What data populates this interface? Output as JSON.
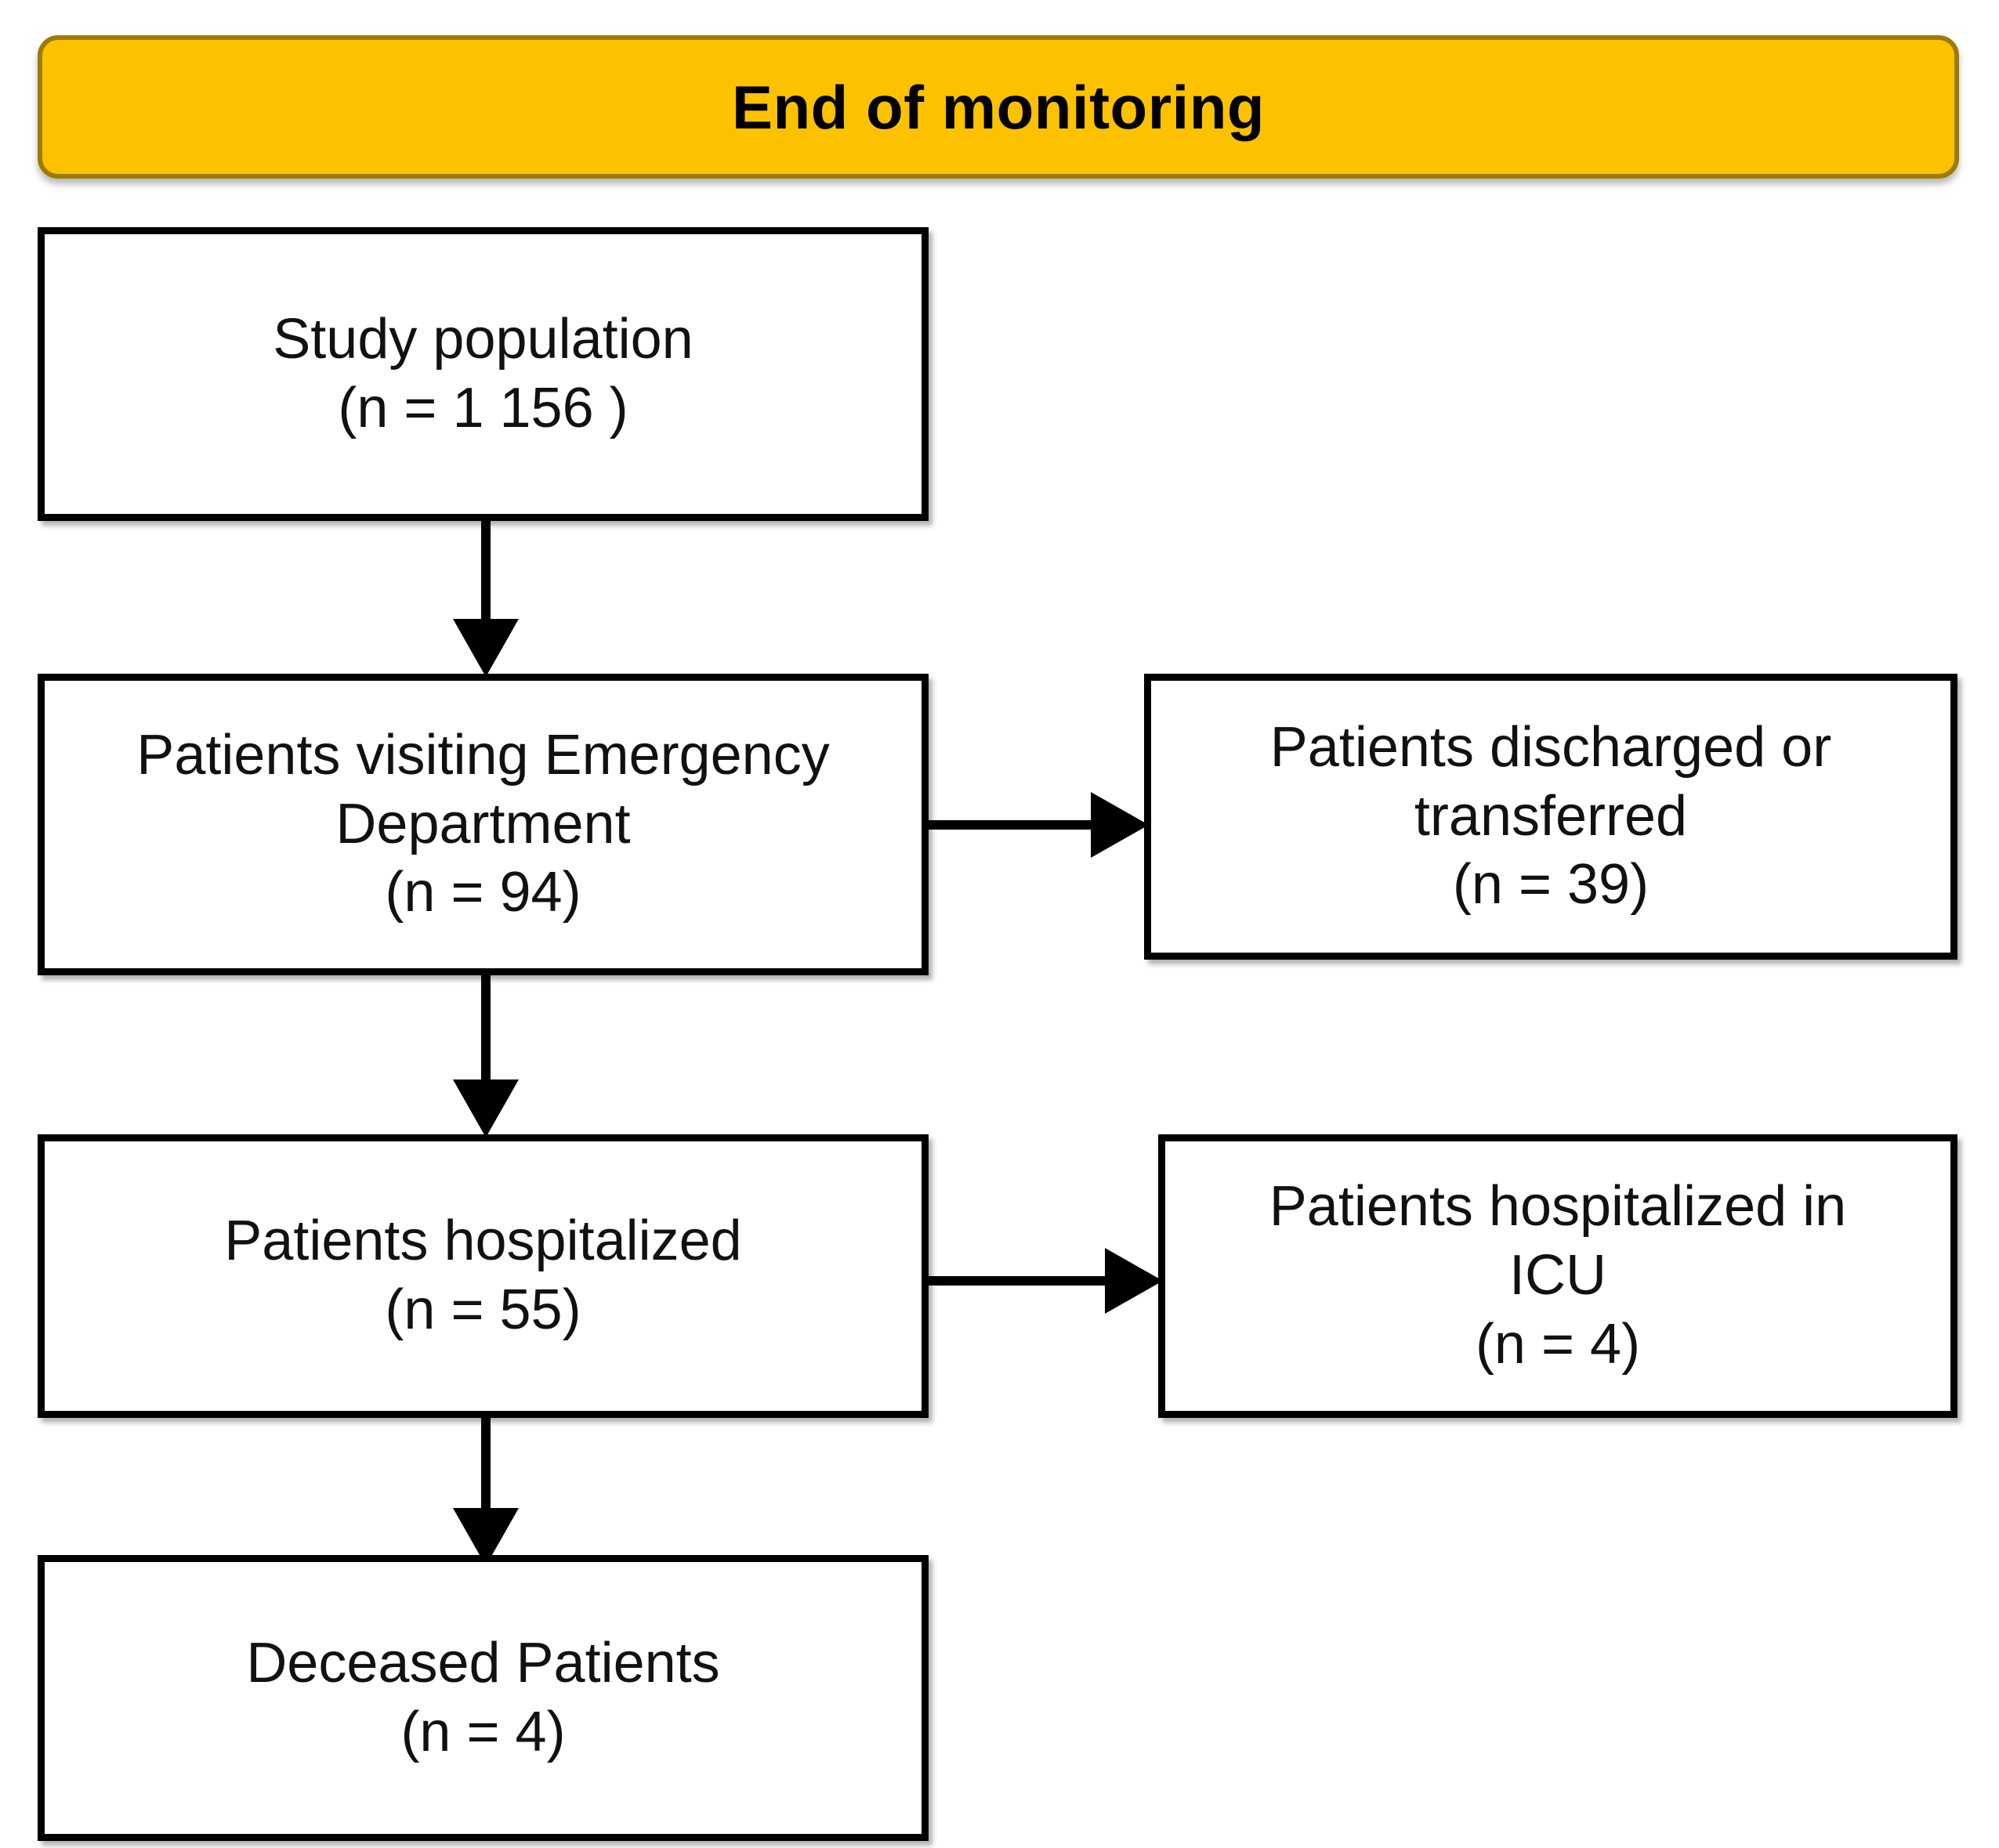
{
  "banner": {
    "title": "End of monitoring",
    "fill_color": "#fcc200",
    "border_color": "#9e7b00",
    "text_color": "#000000"
  },
  "colors": {
    "node_border": "#000000",
    "node_fill": "#ffffff",
    "connector": "#000000",
    "page_background": "#ffffff"
  },
  "nodes": {
    "study_population": {
      "lines": [
        "Study population",
        "(n = 1 156 )"
      ],
      "count_label": "n = 1 156"
    },
    "emergency_department": {
      "lines": [
        "Patients visiting Emergency",
        "Department",
        "(n = 94)"
      ],
      "count_label": "n = 94"
    },
    "discharged_transferred": {
      "lines": [
        "Patients discharged or",
        "transferred",
        "(n = 39)"
      ],
      "count_label": "n = 39"
    },
    "hospitalized": {
      "lines": [
        "Patients hospitalized",
        "(n = 55)"
      ],
      "count_label": "n = 55"
    },
    "hospitalized_icu": {
      "lines": [
        "Patients hospitalized in",
        "ICU",
        "(n = 4)"
      ],
      "count_label": "n = 4"
    },
    "deceased": {
      "lines": [
        "Deceased Patients",
        "(n = 4)"
      ],
      "count_label": "n = 4"
    }
  },
  "connectors": [
    {
      "name": "study-population-to-emergency-department",
      "direction": "down"
    },
    {
      "name": "emergency-department-to-discharged",
      "direction": "right"
    },
    {
      "name": "emergency-department-to-hospitalized",
      "direction": "down"
    },
    {
      "name": "hospitalized-to-icu",
      "direction": "right"
    },
    {
      "name": "hospitalized-to-deceased",
      "direction": "down"
    }
  ]
}
